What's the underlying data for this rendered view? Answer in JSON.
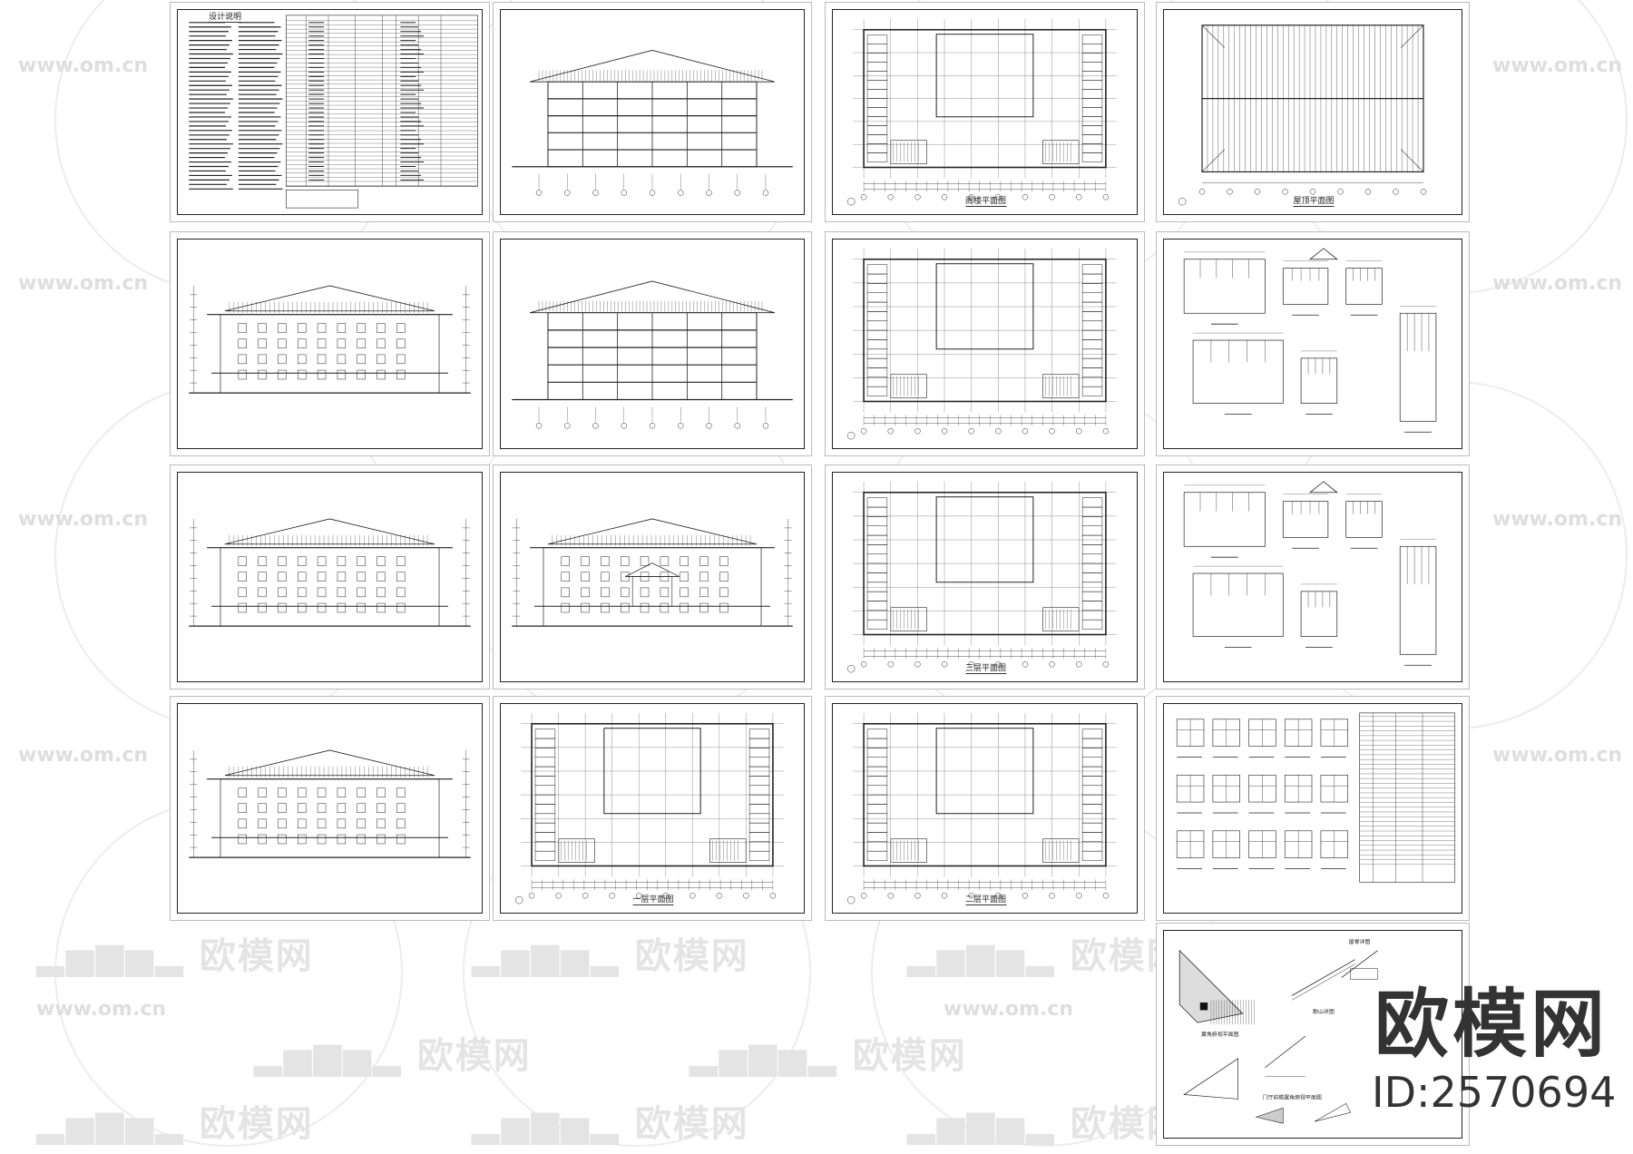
{
  "watermark": {
    "brand": "欧模网",
    "url": "www.om.cn",
    "short_url": "om.cn",
    "id_label": "ID:2570694"
  },
  "sheets": [
    {
      "type": "notes",
      "title": "设计说明"
    },
    {
      "type": "section",
      "title": ""
    },
    {
      "type": "plan",
      "title": "阁楼平面图"
    },
    {
      "type": "roof",
      "title": "屋顶平面图"
    },
    {
      "type": "elevation",
      "title": ""
    },
    {
      "type": "section",
      "title": ""
    },
    {
      "type": "plan",
      "title": ""
    },
    {
      "type": "details",
      "title": ""
    },
    {
      "type": "elevation",
      "title": ""
    },
    {
      "type": "elevation",
      "title": ""
    },
    {
      "type": "plan",
      "title": "三层平面图"
    },
    {
      "type": "details",
      "title": ""
    },
    {
      "type": "elevation",
      "title": ""
    },
    {
      "type": "plan",
      "title": "一层平面图"
    },
    {
      "type": "plan",
      "title": "二层平面图"
    },
    {
      "type": "windows",
      "title": ""
    },
    {
      "type": "eaves",
      "title": ""
    }
  ],
  "eaves_labels": [
    "翼角俯视平面图",
    "歇山详图",
    "屋脊详图",
    "门厅前檐翼角俯视平面图"
  ],
  "colors": {
    "line": "#222222",
    "watermark": "#e4e4e4",
    "sheet_border": "#bbbbbb"
  }
}
